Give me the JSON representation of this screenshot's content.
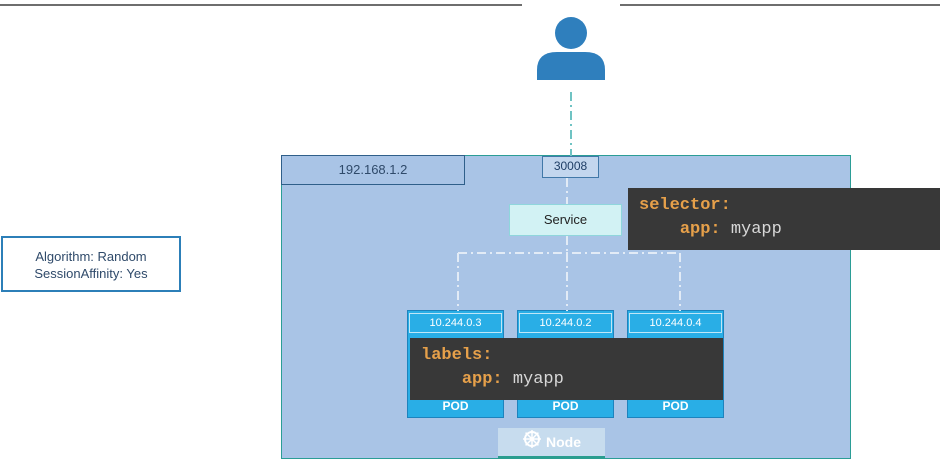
{
  "user": {
    "icon": "user-icon",
    "color": "#2f7fbd"
  },
  "info_box": {
    "algorithm": "Algorithm: Random",
    "session_affinity": "SessionAffinity: Yes"
  },
  "node": {
    "ip": "192.168.1.2",
    "label": "Node",
    "icon": "kubernetes-wheel-icon",
    "color": "#a9c4e6",
    "border_color": "#2b9d96"
  },
  "service": {
    "port": "30008",
    "label": "Service"
  },
  "selector": {
    "key": "selector:",
    "sub_key": "app:",
    "value": "myapp"
  },
  "pod_labels": {
    "key": "labels:",
    "sub_key": "app:",
    "value": "myapp"
  },
  "pods": [
    {
      "ip": "10.244.0.3",
      "label": "POD"
    },
    {
      "ip": "10.244.0.2",
      "label": "POD"
    },
    {
      "ip": "10.244.0.4",
      "label": "POD"
    }
  ],
  "colors": {
    "pod": "#29aee6",
    "code_bg": "#383838",
    "keyword": "#e6a04a",
    "value": "#d8d8d8"
  }
}
